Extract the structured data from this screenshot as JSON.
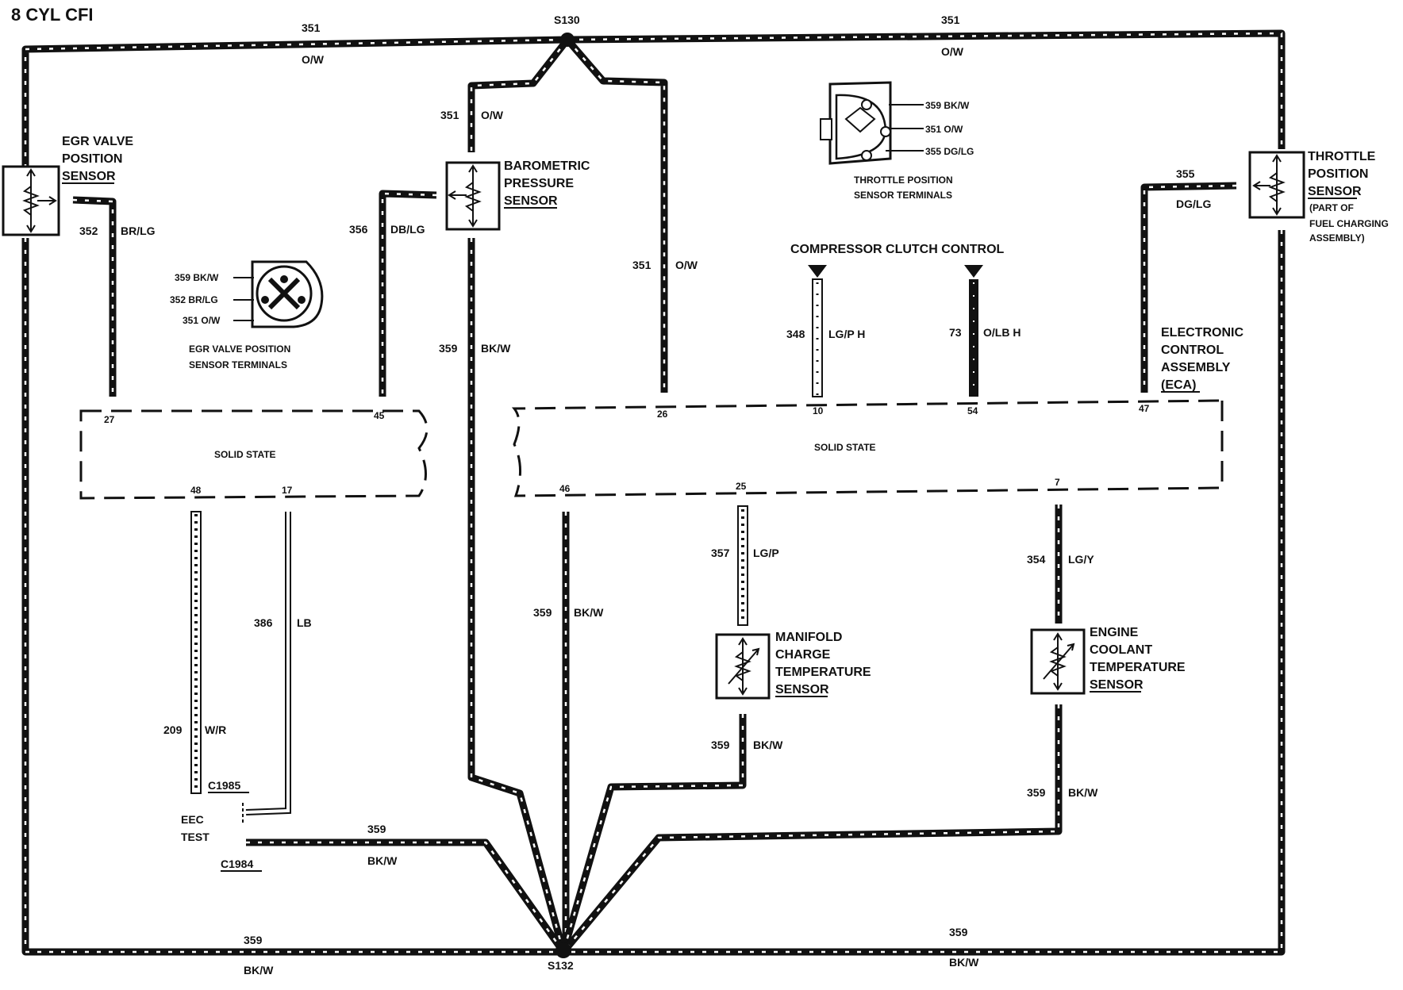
{
  "title": "8 CYL CFI",
  "splices": {
    "top": "S130",
    "bottom": "S132"
  },
  "ecu": {
    "name_lines": [
      "ELECTRONIC",
      "CONTROL",
      "ASSEMBLY",
      "(ECA)"
    ],
    "left_label": "SOLID STATE",
    "right_label": "SOLID STATE",
    "pins": {
      "p27": "27",
      "p45": "45",
      "p48": "48",
      "p17": "17",
      "p26": "26",
      "p10": "10",
      "p54": "54",
      "p47": "47",
      "p46": "46",
      "p25": "25",
      "p7": "7"
    }
  },
  "components": {
    "egr_sensor": [
      "EGR VALVE",
      "POSITION",
      "SENSOR"
    ],
    "baro_sensor": [
      "BAROMETRIC",
      "PRESSURE",
      "SENSOR"
    ],
    "tps": [
      "THROTTLE",
      "POSITION",
      "SENSOR"
    ],
    "tps_note": [
      "(PART OF",
      "FUEL CHARGING",
      "ASSEMBLY)"
    ],
    "mct_sensor": [
      "MANIFOLD",
      "CHARGE",
      "TEMPERATURE",
      "SENSOR"
    ],
    "ect_sensor": [
      "ENGINE",
      "COOLANT",
      "TEMPERATURE",
      "SENSOR"
    ],
    "compressor": "COMPRESSOR CLUTCH CONTROL",
    "eec_test": [
      "EEC",
      "TEST"
    ],
    "c1985": "C1985",
    "c1984": "C1984"
  },
  "egr_terminals": {
    "pins": [
      "359 BK/W",
      "352 BR/LG",
      "351 O/W"
    ],
    "caption": [
      "EGR VALVE POSITION",
      "SENSOR TERMINALS"
    ]
  },
  "tps_terminals": {
    "pins": [
      "359 BK/W",
      "351 O/W",
      "355 DG/LG"
    ],
    "caption": [
      "THROTTLE POSITION",
      "SENSOR TERMINALS"
    ]
  },
  "wires": {
    "top_left_num": "351",
    "top_left_color": "O/W",
    "top_right_num": "351",
    "top_right_color": "O/W",
    "baro_top_num": "351",
    "baro_top_color": "O/W",
    "mid_351_num": "351",
    "mid_351_color": "O/W",
    "w352_num": "352",
    "w352_color": "BR/LG",
    "w356_num": "356",
    "w356_color": "DB/LG",
    "baro_359_num": "359",
    "baro_359_color": "BK/W",
    "w355_num": "355",
    "w355_color": "DG/LG",
    "w348_num": "348",
    "w348_color": "LG/P H",
    "w73_num": "73",
    "w73_color": "O/LB H",
    "w357_num": "357",
    "w357_color": "LG/P",
    "w354_num": "354",
    "w354_color": "LG/Y",
    "w386_num": "386",
    "w386_color": "LB",
    "w209_num": "209",
    "w209_color": "W/R",
    "w46_num": "359",
    "w46_color": "BK/W",
    "mct_gnd_num": "359",
    "mct_gnd_color": "BK/W",
    "ect_gnd_num": "359",
    "ect_gnd_color": "BK/W",
    "eec_gnd_num": "359",
    "eec_gnd_color": "BK/W",
    "bottom_left_num": "359",
    "bottom_left_color": "BK/W",
    "bottom_right_num": "359",
    "bottom_right_color": "BK/W"
  }
}
